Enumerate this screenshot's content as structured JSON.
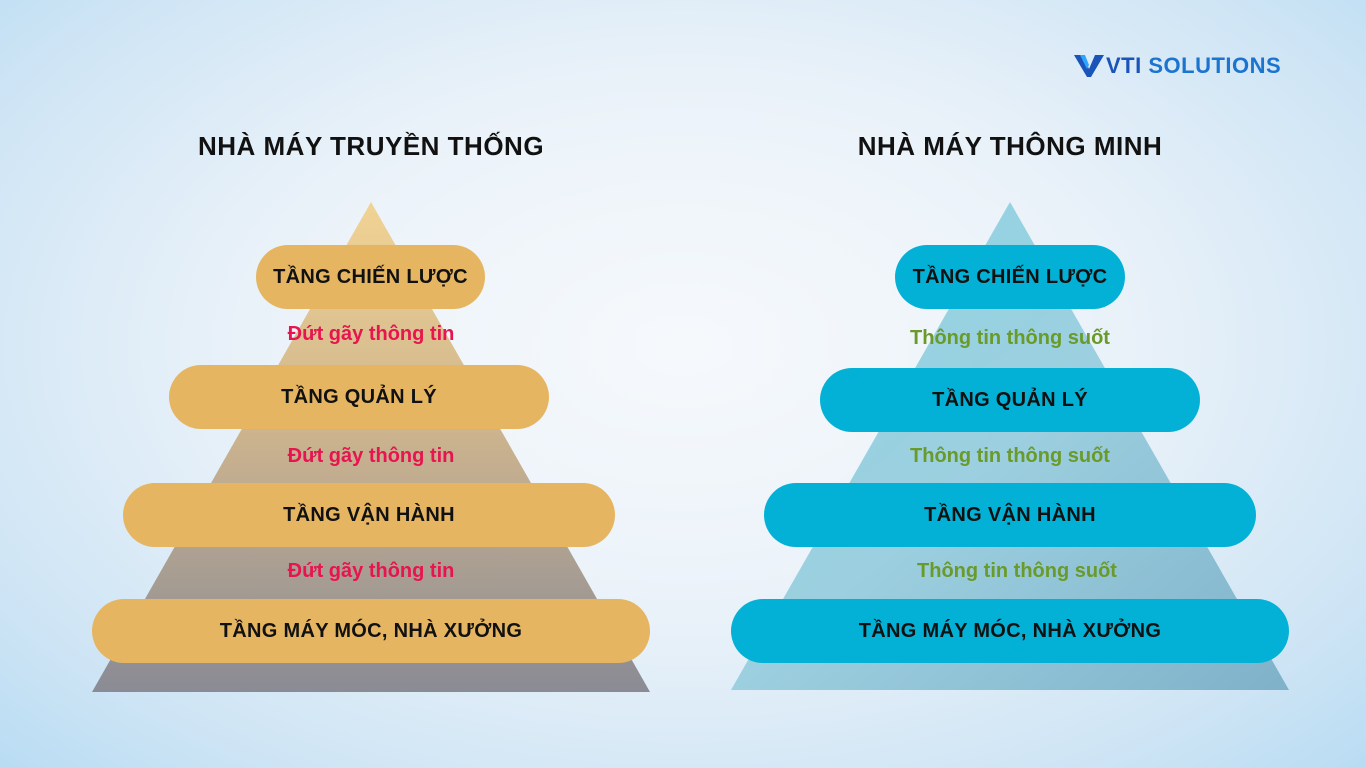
{
  "logo": {
    "prefix": "VTI",
    "suffix": "SOLUTIONS"
  },
  "left": {
    "title": "NHÀ MÁY TRUYỀN THỐNG",
    "layers": [
      "TẦNG CHIẾN LƯỢC",
      "TẦNG QUẢN LÝ",
      "TẦNG VẬN HÀNH",
      "TẦNG MÁY MÓC, NHÀ XƯỞNG"
    ],
    "connectors": [
      "Đứt gãy thông tin",
      "Đứt gãy thông tin",
      "Đứt gãy thông tin"
    ]
  },
  "right": {
    "title": "NHÀ MÁY THÔNG MINH",
    "layers": [
      "TẦNG CHIẾN LƯỢC",
      "TẦNG QUẢN LÝ",
      "TẦNG VẬN HÀNH",
      "TẦNG MÁY MÓC, NHÀ XƯỞNG"
    ],
    "connectors": [
      "Thông tin thông suốt",
      "Thông tin thông suốt",
      "Thông tin thông suốt"
    ]
  },
  "colors": {
    "layer_left": "#e5b561",
    "layer_right": "#04b1d6",
    "connector_left": "#e8144f",
    "connector_right": "#6a9a2a",
    "brand": "#1b74d0"
  }
}
